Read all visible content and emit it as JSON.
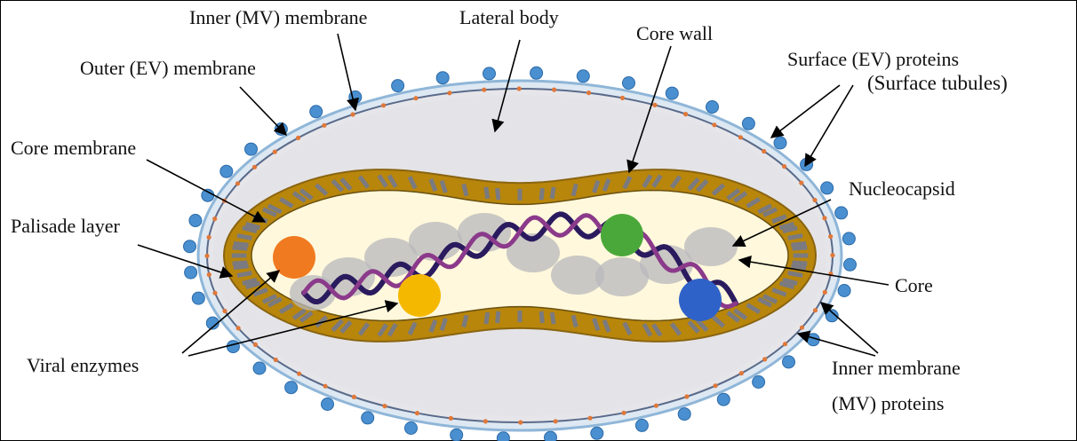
{
  "labels": {
    "inner_mv_membrane": "Inner (MV) membrane",
    "lateral_body": "Lateral body",
    "core_wall": "Core wall",
    "outer_ev_membrane": "Outer (EV) membrane",
    "surface_ev_proteins": "Surface (EV) proteins",
    "surface_tubules": "(Surface tubules)",
    "core_membrane": "Core membrane",
    "nucleocapsid": "Nucleocapsid",
    "palisade_layer": "Palisade layer",
    "core": "Core",
    "viral_enzymes": "Viral enzymes",
    "inner_membrane_line1": "Inner membrane",
    "inner_membrane_line2": "(MV) proteins"
  },
  "colors": {
    "ev_protein": "#4a90d0",
    "mv_protein": "#e0783a",
    "lateral_body": "#e4e4e8",
    "core_wall": "#b8860b",
    "palisade": "#7a7a80",
    "core": "#fff8dc",
    "nucleocapsid_shade": "#b8b8bc",
    "dna_dark": "#2a1a5e",
    "dna_light": "#8b3a8b",
    "enzyme_orange": "#f07a20",
    "enzyme_yellow": "#f5b800",
    "enzyme_green": "#4aa83a",
    "enzyme_blue": "#2f62c8"
  }
}
